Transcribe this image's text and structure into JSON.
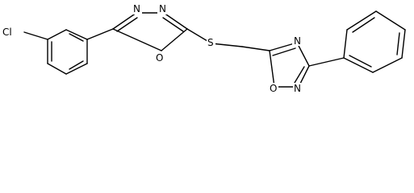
{
  "structure": {
    "atoms": {
      "cl": "Cl",
      "n_oxd1_a": "N",
      "n_oxd1_b": "N",
      "o_oxd1": "O",
      "s_link": "S",
      "n_oxd2_a": "N",
      "o_oxd2": "O",
      "n_oxd2_b": "N"
    }
  },
  "colors": {
    "bond": "#000000",
    "background": "#ffffff"
  }
}
